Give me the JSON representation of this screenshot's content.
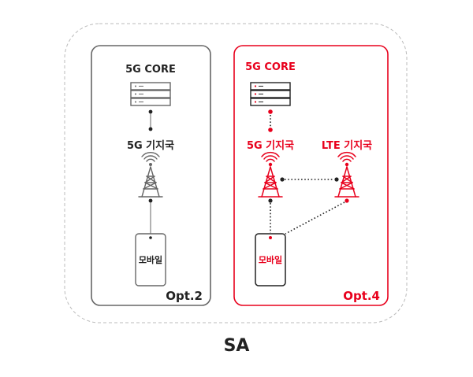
{
  "figure": {
    "caption": "SA"
  },
  "colors": {
    "gray": "#666666",
    "red": "#e8001c",
    "dash": "#bbbbbb",
    "text": "#222222"
  },
  "opt2": {
    "label": "Opt.2",
    "core": "5G CORE",
    "station": "5G 기지국",
    "mobile": "모바일",
    "icons": [
      "server-icon",
      "cell-tower-icon",
      "mobile-phone-icon"
    ]
  },
  "opt4": {
    "label": "Opt.4",
    "core": "5G CORE",
    "station_5g": "5G 기지국",
    "station_lte": "LTE 기지국",
    "mobile": "모바일",
    "icons": [
      "server-icon",
      "cell-tower-icon",
      "cell-tower-icon",
      "mobile-phone-icon"
    ]
  }
}
